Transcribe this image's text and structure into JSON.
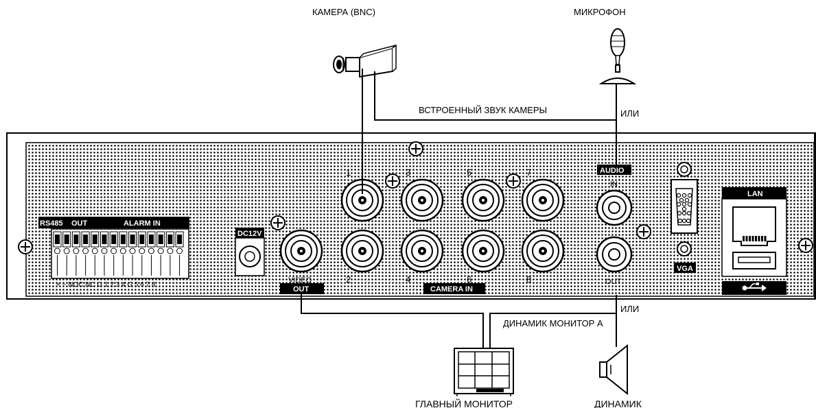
{
  "labels": {
    "camera": "КАМЕРА   (BNC)",
    "microphone": "МИКРОФОН",
    "builtin_audio": "ВСТРОЕННЫЙ ЗВУК КАМЕРЫ",
    "or_top": "ИЛИ",
    "or_bottom": "ИЛИ",
    "monitor_speaker": "ДИНАМИК МОНИТОР А",
    "main_monitor": "ГЛАВНЫЙ МОНИТОР",
    "speaker": "ДИНАМИК"
  },
  "panel": {
    "rs485": "RS485",
    "out": "OUT",
    "alarm_in": "ALARM IN",
    "terminal_labels": "+  −  NOC NC G  1  2  3  4  G  5  6  7  8",
    "dc12v": "DC12V",
    "video": "VIDEO",
    "video_out": "OUT",
    "camera_in": "CAMERA IN",
    "channels": [
      "1",
      "2",
      "3",
      "4",
      "5",
      "6",
      "7",
      "8"
    ],
    "audio": "AUDIO",
    "audio_in": "IN",
    "audio_out": "OUT",
    "vga": "VGA",
    "lan": "LAN"
  }
}
